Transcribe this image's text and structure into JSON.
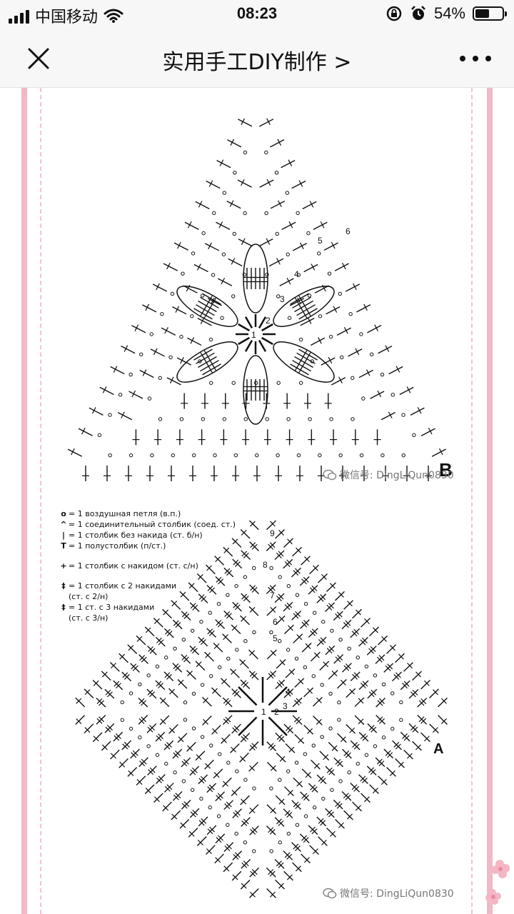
{
  "status_bar": {
    "carrier": "中国移动",
    "time": "08:23",
    "battery_percent": "54%",
    "battery_level": 0.54,
    "icons": [
      "signal-icon",
      "wifi-icon",
      "rotation-lock-icon",
      "alarm-icon",
      "battery-icon"
    ]
  },
  "nav": {
    "title": "实用手工DIY制作 >",
    "close_icon": "close-icon",
    "more_icon": "more-icon"
  },
  "article": {
    "diagram_b_label": "B",
    "diagram_a_label": "A",
    "watermark_top": "微信号: DingLiQun0830",
    "watermark_bottom": "微信号: DingLiQun0830",
    "legend": [
      {
        "symbol": "o",
        "text": "= 1 воздушная петля (в.п.)"
      },
      {
        "symbol": "^",
        "text": "= 1 соединительный столбик (соед. ст.)"
      },
      {
        "symbol": "|",
        "text": "= 1 столбик без накида (ст. б/н)"
      },
      {
        "symbol": "T",
        "text": "= 1 полустолбик (п/ст.)"
      },
      {
        "symbol": "+",
        "text": "= 1 столбик с накидом (ст. с/н)"
      },
      {
        "symbol": "‡",
        "text": "= 1 столбик с 2 накидами"
      },
      {
        "symbol": "",
        "text": "(ст. с 2/н)"
      },
      {
        "symbol": "‡",
        "text": "= 1 ст. с 3 накидами"
      },
      {
        "symbol": "",
        "text": "(ст. с 3/н)"
      }
    ],
    "row_numbers_b": [
      "1",
      "2",
      "3",
      "4",
      "5",
      "6"
    ],
    "row_numbers_a": [
      "1",
      "2",
      "3",
      "4",
      "5",
      "6",
      "7",
      "8",
      "9"
    ]
  }
}
